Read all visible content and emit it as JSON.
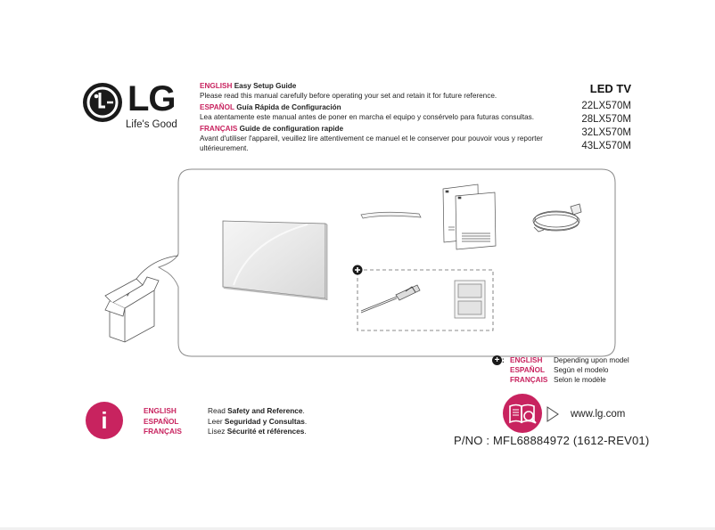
{
  "brand": {
    "name": "LG",
    "tagline": "Life's Good",
    "accent_color": "#c8235f"
  },
  "intro": [
    {
      "lang": "ENGLISH",
      "title": "Easy Setup Guide",
      "text": "Please read this manual carefully before operating your set and retain it for future reference."
    },
    {
      "lang": "ESPAÑOL",
      "title": "Guía Rápida de Configuración",
      "text": "Lea atentamente este manual antes de poner en marcha el equipo y consérvelo para futuras consultas."
    },
    {
      "lang": "FRANÇAIS",
      "title": "Guide de configuration rapide",
      "text": "Avant d'utiliser l'appareil, veuillez lire attentivement ce manuel et le conserver pour pouvoir vous y reporter ultérieurement."
    }
  ],
  "product": {
    "type": "LED TV",
    "models": [
      "22LX570M",
      "28LX570M",
      "32LX570M",
      "43LX570M"
    ]
  },
  "box_contents": {
    "items": [
      "tv-set",
      "stand-base",
      "manuals",
      "power-cord"
    ],
    "optional_items": [
      "av-cable",
      "cable-holder"
    ]
  },
  "depending_note": {
    "symbol": "+",
    "separator": ":",
    "rows": [
      {
        "lang": "ENGLISH",
        "text": "Depending upon model"
      },
      {
        "lang": "ESPAÑOL",
        "text": "Según el modelo"
      },
      {
        "lang": "FRANÇAIS",
        "text": "Selon le modèle"
      }
    ]
  },
  "safety": {
    "icon": "i",
    "rows": [
      {
        "lang": "ENGLISH",
        "prefix": "Read ",
        "bold": "Safety and Reference",
        "suffix": "."
      },
      {
        "lang": "ESPAÑOL",
        "prefix": "Leer ",
        "bold": "Seguridad y Consultas",
        "suffix": "."
      },
      {
        "lang": "FRANÇAIS",
        "prefix": "Lisez ",
        "bold": "Sécurité et références",
        "suffix": "."
      }
    ]
  },
  "website": "www.lg.com",
  "part_number": "P/NO : MFL68884972 (1612-REV01)"
}
